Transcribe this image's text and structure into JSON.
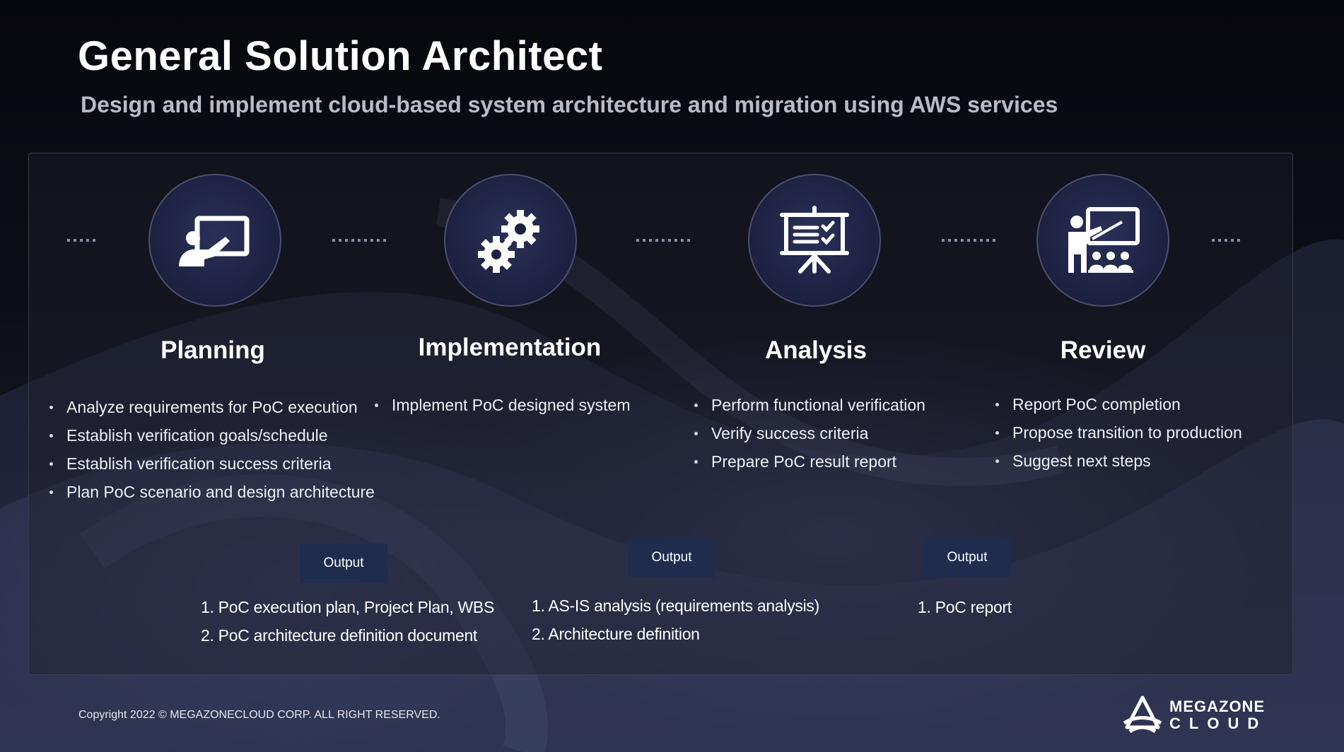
{
  "header": {
    "title": "General Solution Architect",
    "subtitle": "Design and implement cloud-based system architecture and migration using AWS services"
  },
  "phases": [
    {
      "icon": "presentation-board-icon",
      "title": "Planning",
      "bullets": [
        "Analyze requirements for PoC execution",
        "Establish verification goals/schedule",
        "Establish verification success criteria",
        "Plan PoC scenario and design architecture"
      ]
    },
    {
      "icon": "gears-icon",
      "title": "Implementation",
      "bullets": [
        "Implement PoC designed system"
      ]
    },
    {
      "icon": "checklist-easel-icon",
      "title": "Analysis",
      "bullets": [
        "Perform functional verification",
        "Verify success criteria",
        "Prepare PoC result report"
      ]
    },
    {
      "icon": "teacher-audience-icon",
      "title": "Review",
      "bullets": [
        "Report PoC completion",
        "Propose transition to production",
        "Suggest next steps"
      ]
    }
  ],
  "outputs": [
    {
      "label": "Output",
      "items": [
        "1. PoC execution plan, Project Plan, WBS",
        "2. PoC architecture definition document"
      ]
    },
    {
      "label": "Output",
      "items": [
        "1. AS-IS analysis (requirements analysis)",
        "2. Architecture definition"
      ]
    },
    {
      "label": "Output",
      "items": [
        "1. PoC report"
      ]
    }
  ],
  "footer": {
    "copyright": "Copyright 2022 © MEGAZONECLOUD  CORP. ALL RIGHT RESERVED.",
    "logo_line1": "MEGAZONE",
    "logo_line2": "CLOUD"
  },
  "colors": {
    "background": "#0c0e16",
    "circle_fill": "#1c2140",
    "output_badge": "#1f2c4e",
    "subtitle": "#b9bcc6"
  }
}
